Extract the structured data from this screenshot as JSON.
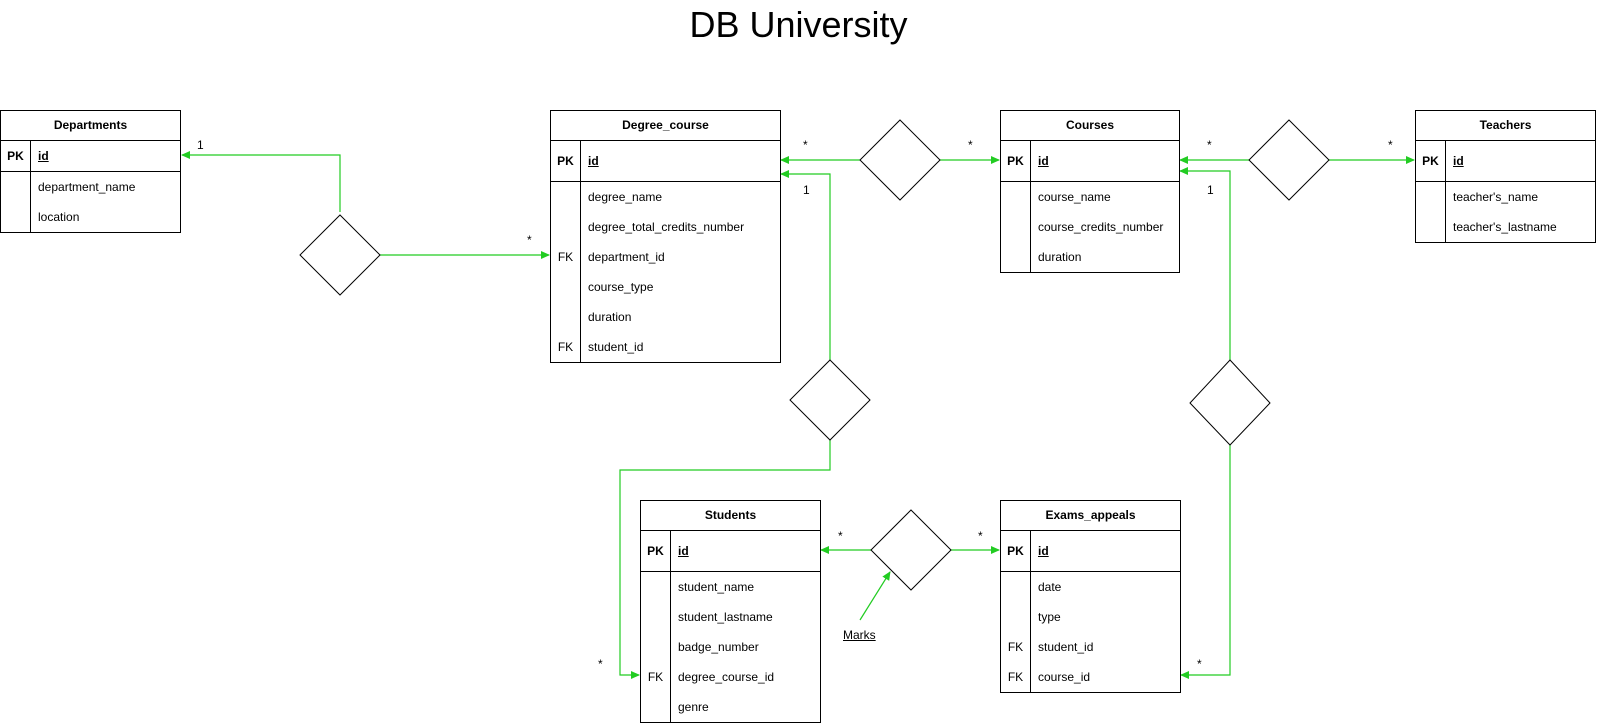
{
  "title": "DB University",
  "entities": {
    "departments": {
      "name": "Departments",
      "pk": {
        "key": "PK",
        "field": "id"
      },
      "keys": [
        "",
        ""
      ],
      "fields": [
        "department_name",
        "location"
      ]
    },
    "degree_course": {
      "name": "Degree_course",
      "pk": {
        "key": "PK",
        "field": "id"
      },
      "keys": [
        "",
        "",
        "FK",
        "",
        "",
        "FK"
      ],
      "fields": [
        "degree_name",
        "degree_total_credits_number",
        "department_id",
        "course_type",
        "duration",
        "student_id"
      ]
    },
    "courses": {
      "name": "Courses",
      "pk": {
        "key": "PK",
        "field": "id"
      },
      "keys": [
        "",
        "",
        ""
      ],
      "fields": [
        "course_name",
        "course_credits_number",
        "duration"
      ]
    },
    "teachers": {
      "name": "Teachers",
      "pk": {
        "key": "PK",
        "field": "id"
      },
      "keys": [
        "",
        ""
      ],
      "fields": [
        "teacher's_name",
        "teacher's_lastname"
      ]
    },
    "students": {
      "name": "Students",
      "pk": {
        "key": "PK",
        "field": "id"
      },
      "keys": [
        "",
        "",
        "",
        "FK",
        ""
      ],
      "fields": [
        "student_name",
        "student_lastname",
        "badge_number",
        "degree_course_id",
        "genre"
      ]
    },
    "exams_appeals": {
      "name": "Exams_appeals",
      "pk": {
        "key": "PK",
        "field": "id"
      },
      "keys": [
        "",
        "",
        "FK",
        "FK"
      ],
      "fields": [
        "date",
        "type",
        "student_id",
        "course_id"
      ]
    }
  },
  "cardinalities": {
    "dep_one": "1",
    "dep_many": "*",
    "deg_courses_left": "*",
    "deg_courses_right": "*",
    "deg_one": "1",
    "courses_teachers_left": "*",
    "courses_teachers_right": "*",
    "courses_one": "1",
    "students_degree": "*",
    "students_exams_left": "*",
    "students_exams_right": "*",
    "exams_courses": "*"
  },
  "notes": {
    "marks": "Marks"
  },
  "colors": {
    "relation": "#22cc22",
    "line": "#000000"
  }
}
